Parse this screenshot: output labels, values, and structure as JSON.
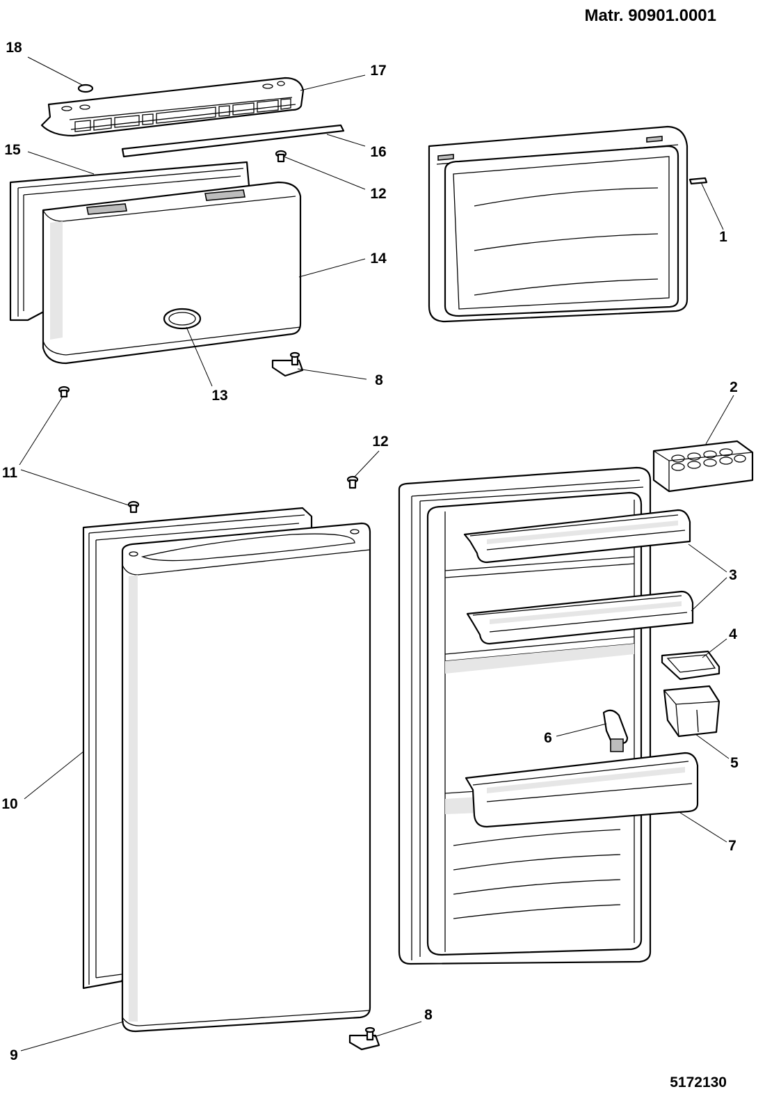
{
  "header": {
    "material_number": "Matr. 90901.0001"
  },
  "footer": {
    "drawing_number": "5172130"
  },
  "callouts": [
    {
      "id": "c1",
      "label": "1"
    },
    {
      "id": "c2",
      "label": "2"
    },
    {
      "id": "c3",
      "label": "3"
    },
    {
      "id": "c4",
      "label": "4"
    },
    {
      "id": "c5",
      "label": "5"
    },
    {
      "id": "c6",
      "label": "6"
    },
    {
      "id": "c7",
      "label": "7"
    },
    {
      "id": "c8a",
      "label": "8"
    },
    {
      "id": "c8b",
      "label": "8"
    },
    {
      "id": "c9",
      "label": "9"
    },
    {
      "id": "c10",
      "label": "10"
    },
    {
      "id": "c11",
      "label": "11"
    },
    {
      "id": "c12a",
      "label": "12"
    },
    {
      "id": "c12b",
      "label": "12"
    },
    {
      "id": "c13",
      "label": "13"
    },
    {
      "id": "c14",
      "label": "14"
    },
    {
      "id": "c15",
      "label": "15"
    },
    {
      "id": "c16",
      "label": "16"
    },
    {
      "id": "c17",
      "label": "17"
    },
    {
      "id": "c18",
      "label": "18"
    }
  ]
}
